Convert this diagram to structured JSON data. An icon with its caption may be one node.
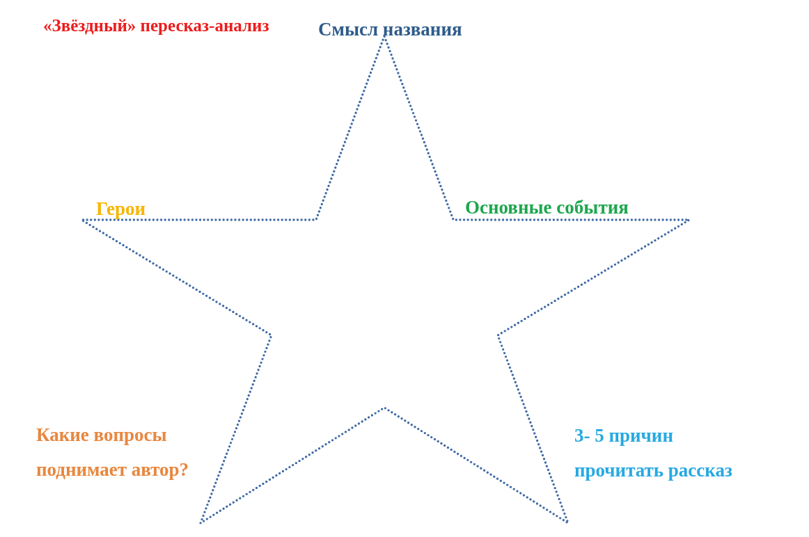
{
  "diagram": {
    "title": "«Звёздный» пересказ-анализ",
    "nodes": [
      {
        "text": [],
        "shape": "star",
        "beside": [
          "Смысл названия",
          "Герои",
          "Основные события",
          "Какие вопросы поднимает автор?",
          "3- 5 причин прочитать рассказ"
        ]
      }
    ]
  }
}
